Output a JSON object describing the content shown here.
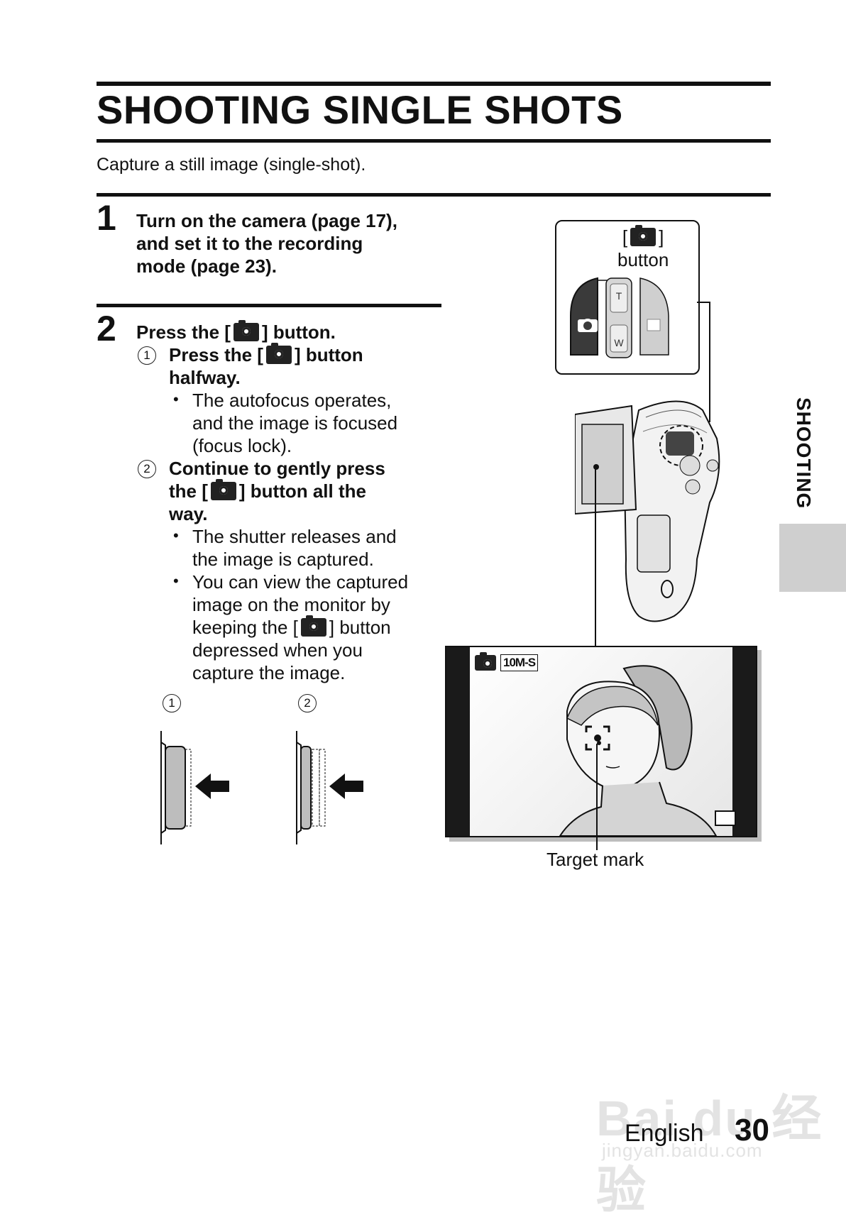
{
  "page": {
    "title": "SHOOTING SINGLE SHOTS",
    "subtitle": "Capture a still image (single-shot).",
    "side_tab": "SHOOTING",
    "footer_language": "English",
    "footer_page": "30",
    "watermark": "Bai du 经验",
    "watermark_url": "jingyan.baidu.com"
  },
  "step1": {
    "number": "1",
    "lines": [
      "Turn on the camera (page 17),",
      "and set it to the recording",
      "mode (page 23)."
    ]
  },
  "step2": {
    "number": "2",
    "head_a": "Press the [",
    "head_b": "] button.",
    "sub1": {
      "marker": "1",
      "line1_a": "Press the [",
      "line1_b": "] button",
      "line2": "halfway.",
      "bullets": [
        "The autofocus operates,",
        "and the image is focused",
        "(focus lock)."
      ]
    },
    "sub2": {
      "marker": "2",
      "line1": "Continue to gently press",
      "line2_a": "the [",
      "line2_b": "] button all the",
      "line3": "way.",
      "bullet1": [
        "The shutter releases and",
        "the image is captured."
      ],
      "bullet2_l1": "You can view the captured",
      "bullet2_l2": "image on the monitor by",
      "bullet2_l3a": "keeping the [",
      "bullet2_l3b": "] button",
      "bullet2_l4": "depressed when you",
      "bullet2_l5": "capture the image."
    },
    "diagram_labels": [
      "1",
      "2"
    ]
  },
  "figure": {
    "callout_bracket_open": "[",
    "callout_bracket_close": "]",
    "callout_label": "button",
    "zoom_t": "T",
    "zoom_w": "W",
    "screen_mode": "10M-S",
    "target_label": "Target mark"
  }
}
